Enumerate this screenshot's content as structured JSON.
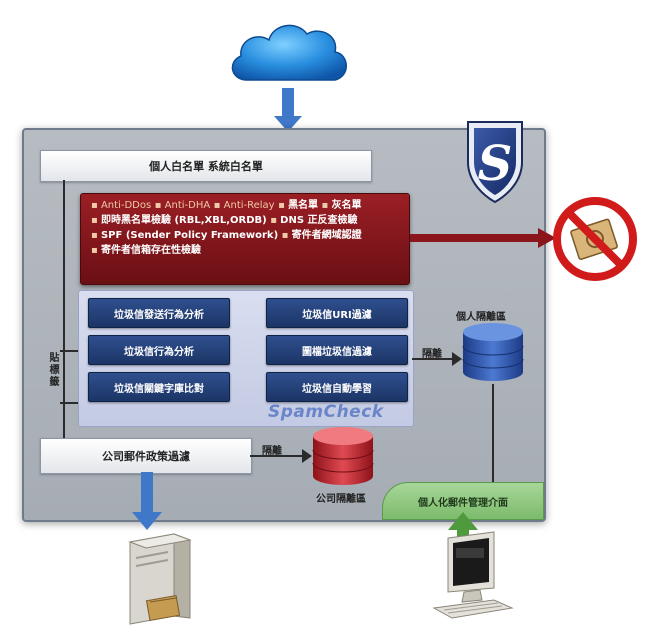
{
  "labels": {
    "whitelist": "個人白名單 系統白名單",
    "red_line1_a": "Anti-DDos",
    "red_line1_b": "Anti-DHA",
    "red_line1_c": "Anti-Relay",
    "red_line1_d": "黑名單",
    "red_line1_e": "灰名單",
    "red_line2": "即時黑名單檢驗 (RBL,XBL,ORDB)",
    "red_line2_b": "DNS 正反查檢驗",
    "red_line3": "SPF (Sender Policy Framework)",
    "red_line3_b": "寄件者網域認證",
    "red_line4": "寄件者信箱存在性檢驗",
    "btn_left": [
      "垃圾信發送行為分析",
      "垃圾信行為分析",
      "垃圾信關鍵字庫比對"
    ],
    "btn_right": [
      "垃圾信URI過濾",
      "圖檔垃圾信過濾",
      "垃圾信自動學習"
    ],
    "spamcheck": "SpamCheck",
    "policy": "公司郵件政策過濾",
    "isolate1": "隔離",
    "isolate2": "隔離",
    "personal_quarantine": "個人隔離區",
    "company_quarantine": "公司隔離區",
    "sticky_label": "貼標籤",
    "mgmt": "個人化郵件管理介面"
  },
  "colors": {
    "red_db": "#c8242e",
    "blue_db": "#2f58b0",
    "arrow_blue": "#3f78c9",
    "arrow_green": "#4f9a3c"
  }
}
